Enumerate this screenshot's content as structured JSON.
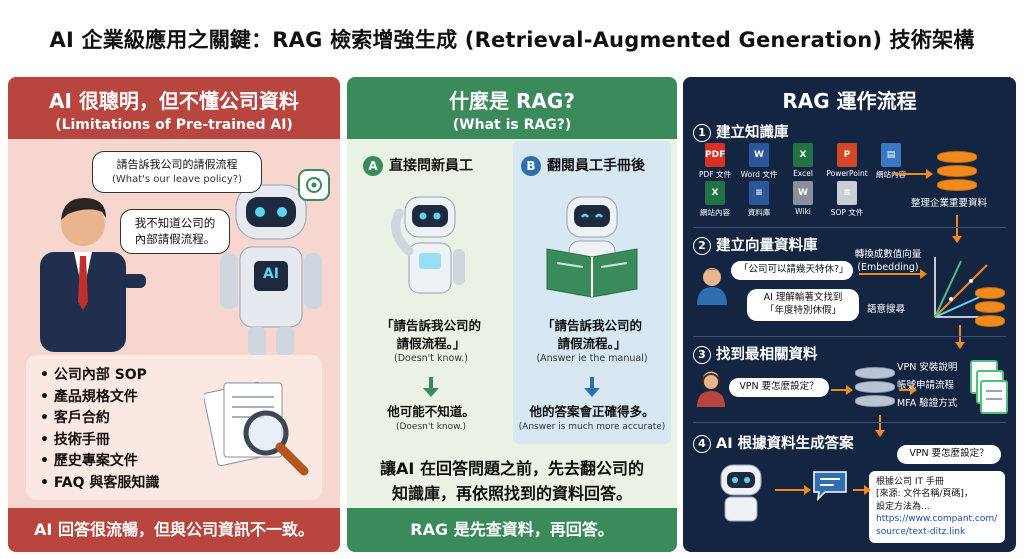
{
  "title": "AI 企業級應用之關鍵：RAG 檢索增強生成 (Retrieval-Augmented Generation) 技術架構",
  "panel1": {
    "title": "AI 很聰明，但不懂公司資料",
    "subtitle": "(Limitations of Pre-trained AI)",
    "bubble_question": "請告訴我公司的請假流程",
    "bubble_question_en": "(What's our leave policy?)",
    "bubble_ai_line1": "我不知道公司的",
    "bubble_ai_line2": "內部請假流程。",
    "robot_badge": "AI",
    "list": [
      "公司內部 SOP",
      "產品規格文件",
      "客戶合約",
      "技術手冊",
      "歷史專案文件",
      "FAQ 與客服知識"
    ],
    "footer": "AI 回答很流暢，但與公司資訊不一致。"
  },
  "panel2": {
    "title": "什麼是 RAG?",
    "subtitle": "(What is RAG?)",
    "a_badge": "A",
    "a_label": "直接問新員工",
    "b_badge": "B",
    "b_label": "翻閱員工手冊後",
    "quote_line1": "「請告訴我公司的",
    "quote_line2": "請假流程。」",
    "a_quote_en": "(Doesn't know.)",
    "b_quote_en": "(Answer ie the manual)",
    "a_answer": "他可能不知道。",
    "a_answer_en": "(Doesn't know.)",
    "b_answer": "他的答案會正確得多。",
    "b_answer_en": "(Answer is much more accurate)",
    "summary_line1": "讓AI 在回答問題之前，先去翻公司的",
    "summary_line2": "知識庫，再依照找到的資料回答。",
    "footer": "RAG 是先查資料，再回答。"
  },
  "panel3": {
    "title": "RAG 運作流程",
    "step1": {
      "num": "1",
      "label": "建立知識庫",
      "docs": [
        {
          "label": "PDF 文件",
          "icon": "pdf-icon",
          "color": "#d93025",
          "glyph": "PDF"
        },
        {
          "label": "Word 文件",
          "icon": "word-icon",
          "color": "#2b579a",
          "glyph": "W"
        },
        {
          "label": "Excel",
          "icon": "excel-icon",
          "color": "#217346",
          "glyph": "X"
        },
        {
          "label": "PowerPoint",
          "icon": "powerpoint-icon",
          "color": "#d24726",
          "glyph": "P"
        },
        {
          "label": "網站內容",
          "icon": "web-icon",
          "color": "#3b78c4",
          "glyph": "▤"
        },
        {
          "label": "網站內容",
          "icon": "excel-icon",
          "color": "#217346",
          "glyph": "X"
        },
        {
          "label": "資料庫",
          "icon": "database-icon",
          "color": "#2b579a",
          "glyph": "≡"
        },
        {
          "label": "Wiki",
          "icon": "wiki-icon",
          "color": "#8a8f99",
          "glyph": "W"
        },
        {
          "label": "SOP 文件",
          "icon": "sop-doc-icon",
          "color": "#c9cdd4",
          "glyph": "≡"
        }
      ],
      "organize_label": "整理企業重要資料"
    },
    "step2": {
      "num": "2",
      "label": "建立向量資料庫",
      "question": "「公司可以請幾天特休?」",
      "convert_line1": "轉換成數值向量",
      "convert_line2": "(Embedding)",
      "understand_line1": "AI 理解輸著文找到",
      "understand_line2": "「年度特別休假」",
      "semantic_search": "語意搜尋"
    },
    "step3": {
      "num": "3",
      "label": "找到最相關資料",
      "question": "VPN 要怎麼設定？",
      "results": [
        "VPN 安裝說明",
        "帳號申請流程",
        "MFA 驗證方式"
      ]
    },
    "step4": {
      "num": "4",
      "label": "AI 根據資料生成答案",
      "question": "VPN 要怎麼設定？",
      "answer_line1": "根據公司 IT 手冊",
      "answer_line2": "[來源: 文件名稱/頁碼]，",
      "answer_line3": "設定方法為...",
      "url_line1": "https://www.compant.com/",
      "url_line2": "source/text-ditz.link"
    }
  },
  "colors": {
    "panel1_accent": "#b8463f",
    "panel2_accent": "#3a8a5c",
    "panel3_bg": "#142542",
    "flow_arrow": "#f08a1c"
  }
}
